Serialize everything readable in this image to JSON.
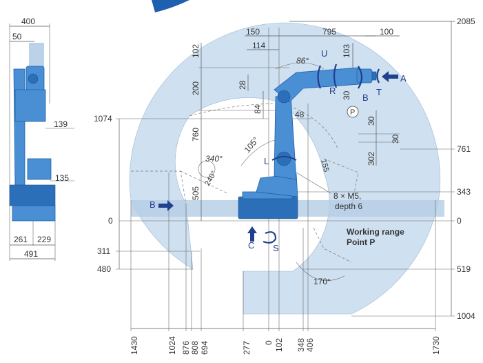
{
  "side_view": {
    "width_label": "400",
    "offset_label": "50",
    "dim_139": "139",
    "dim_135": "135",
    "dim_261": "261",
    "dim_229": "229",
    "dim_491": "491"
  },
  "top_dims": {
    "d150": "150",
    "d795": "795",
    "d100": "100",
    "d114": "114",
    "d102": "102",
    "d200": "200",
    "d28": "28",
    "d84": "84",
    "d48": "48",
    "d760": "760",
    "d505": "505",
    "d103": "103",
    "d30a": "30",
    "d30b": "30",
    "d30c": "30",
    "d302": "302",
    "d155": "155"
  },
  "right_axis": [
    "2085",
    "761",
    "343",
    "0",
    "519",
    "1004"
  ],
  "left_axis": [
    "1074",
    "0",
    "311",
    "480"
  ],
  "bottom_axis": [
    "1430",
    "1024",
    "876",
    "808",
    "694",
    "277",
    "0",
    "102",
    "348",
    "406",
    "1730"
  ],
  "angles": {
    "a86": "86°",
    "a105": "105°",
    "a340": "340°",
    "a240": "240°",
    "a170": "170°"
  },
  "axes": {
    "U": "U",
    "R": "R",
    "B": "B",
    "T": "T",
    "P": "P",
    "L": "L",
    "C": "C",
    "S": "S",
    "A": "A",
    "Bflange": "B"
  },
  "notes": {
    "mount_1": "8 × M5,",
    "mount_2": "depth 6",
    "range_1": "Working range",
    "range_2": "Point P"
  },
  "colors": {
    "range_fill": "#cfe0f0",
    "robot_blue": "#4a8fd4",
    "arrow_navy": "#1f3f8f"
  }
}
